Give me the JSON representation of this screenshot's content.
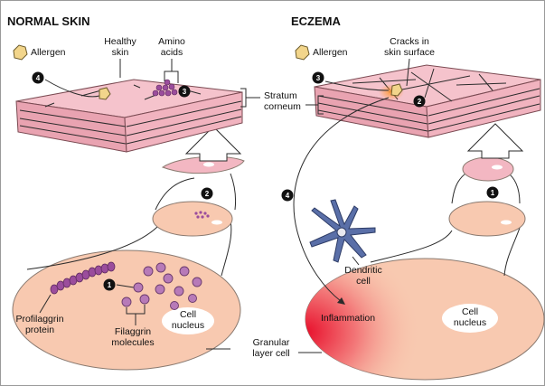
{
  "panels": {
    "left": {
      "title": "NORMAL SKIN",
      "allergen": "Allergen",
      "healthy_skin": [
        "Healthy",
        "skin"
      ],
      "amino_acids": [
        "Amino",
        "acids"
      ],
      "profilaggrin": [
        "Profilaggrin",
        "protein"
      ],
      "filaggrin": [
        "Filaggrin",
        "molecules"
      ],
      "cell_nucleus": [
        "Cell",
        "nucleus"
      ],
      "step_numbers": [
        "4",
        "3",
        "2",
        "1"
      ]
    },
    "right": {
      "title": "ECZEMA",
      "allergen": "Allergen",
      "cracks": [
        "Cracks in",
        "skin surface"
      ],
      "dendritic": [
        "Dendritic",
        "cell"
      ],
      "inflammation": "Inflammation",
      "cell_nucleus": [
        "Cell",
        "nucleus"
      ],
      "step_numbers": [
        "3",
        "2",
        "4",
        "1"
      ]
    }
  },
  "shared": {
    "stratum_corneum": [
      "Stratum",
      "corneum"
    ],
    "granular_cell": [
      "Granular",
      "layer cell"
    ]
  },
  "colors": {
    "skin_pink": "#f3b7c2",
    "cell_fill": "#f8c9b0",
    "molecule": "#9b4d9c",
    "dendritic": "#5a6fa8",
    "inflammation": "#e8112d"
  }
}
